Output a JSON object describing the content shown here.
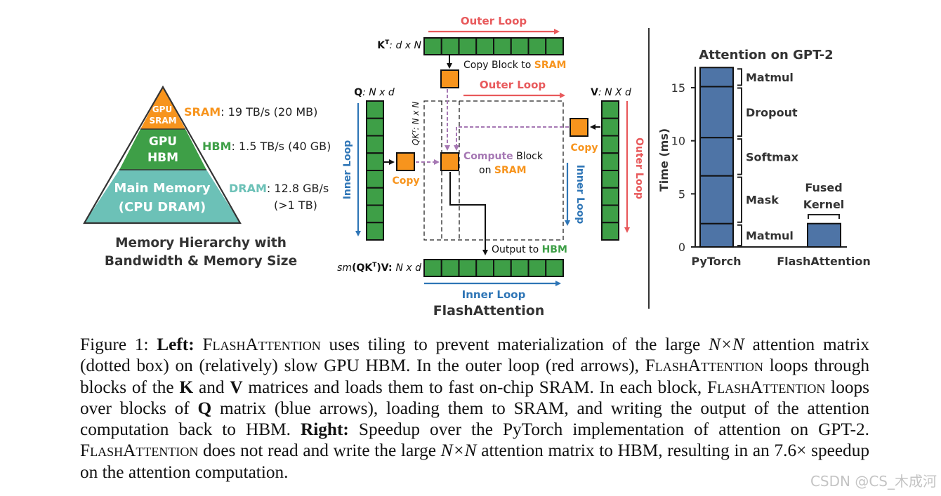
{
  "left": {
    "pyramid": {
      "top_label_line1": "GPU",
      "top_label_line2": "SRAM",
      "mid_label_line1": "GPU",
      "mid_label_line2": "HBM",
      "bottom_label_line1": "Main Memory",
      "bottom_label_line2": "(CPU DRAM)"
    },
    "sram_name": "SRAM",
    "sram_stats": ": 19 TB/s (20 MB)",
    "hbm_name": "HBM",
    "hbm_stats": ": 1.5 TB/s (40 GB)",
    "dram_name": "DRAM",
    "dram_stats": ": 12.8 GB/s",
    "dram_stats2": "(>1 TB)",
    "title_line1": "Memory Hierarchy with",
    "title_line2": "Bandwidth & Memory Size"
  },
  "middle": {
    "outer_loop_top": "Outer Loop",
    "kt_bold": "K",
    "kt_sup": "T",
    "kt_rest": ": d x N",
    "copy_block_text": "Copy Block to ",
    "copy_block_sram": "SRAM",
    "outer_loop_mid": "Outer Loop",
    "q_bold": "Q",
    "q_rest": ": N x d",
    "v_bold": "V",
    "v_rest": ": N X d",
    "qkt_label": "QKᵀ: N x N",
    "inner_loop_left": "Inner Loop",
    "copy_left": "Copy",
    "copy_right": "Copy",
    "compute_line1_a": "Compute",
    "compute_line1_b": " Block",
    "compute_line2_a": "on ",
    "compute_line2_b": "SRAM",
    "inner_loop_right": "Inner Loop",
    "outer_loop_right": "Outer Loop",
    "output_text": "Output to ",
    "output_hbm": "HBM",
    "out_label_a": "sm",
    "out_label_b": "(QK",
    "out_label_sup": "T",
    "out_label_c": ")V: ",
    "out_label_d": "N x d",
    "inner_loop_bottom": "Inner Loop",
    "title": "FlashAttention"
  },
  "right": {
    "chart_data": {
      "type": "bar",
      "title": "Attention on GPT-2",
      "ylabel": "Time (ms)",
      "ylim": [
        0,
        17.5
      ],
      "yticks": [
        0,
        5,
        10,
        15
      ],
      "categories": [
        "PyTorch",
        "FlashAttention"
      ],
      "stacked_segments": [
        {
          "name": "Matmul",
          "value": 2.2
        },
        {
          "name": "Mask",
          "value": 4.5
        },
        {
          "name": "Softmax",
          "value": 3.6
        },
        {
          "name": "Dropout",
          "value": 4.8
        },
        {
          "name": "Matmul",
          "value": 1.8
        }
      ],
      "fused": {
        "name": "Fused Kernel",
        "value": 2.2
      },
      "fused_label_line1": "Fused",
      "fused_label_line2": "Kernel"
    }
  },
  "caption": {
    "fig": "Figure 1: ",
    "left_bold": "Left:",
    "s1": " FlashAttention uses tiling to prevent materialization of the large ",
    "nxn1": "N×N",
    "s2": " attention matrix (dotted box) on (relatively) slow GPU HBM. In the outer loop (red arrows), ",
    "fa2": "FlashAttention",
    "s3": " loops through blocks of the ",
    "k": "K",
    "s4": " and ",
    "v": "V",
    "s5": " matrices and loads them to fast on-chip SRAM. In each block, ",
    "fa3": "FlashAttention",
    "s6": " loops over blocks of ",
    "q": "Q",
    "s7": " matrix (blue arrows), loading them to SRAM, and writing the output of the attention computation back to HBM. ",
    "right_bold": "Right:",
    "s8": " Speedup over the PyTorch implementation of attention on GPT-2. ",
    "fa4": "FlashAttention",
    "s9": " does not read and write the large ",
    "nxn2": "N×N",
    "s10": " attention matrix to HBM, resulting in an 7.6× speedup on the attention computation."
  },
  "watermark": "CSDN @CS_木成河",
  "colors": {
    "orange": "#f7941d",
    "green": "#3e9f47",
    "teal": "#6cc1b7",
    "blue_arrow": "#2e75b6",
    "red_arrow": "#e8595b",
    "purple": "#a678b4",
    "bar": "#4e74a6"
  }
}
